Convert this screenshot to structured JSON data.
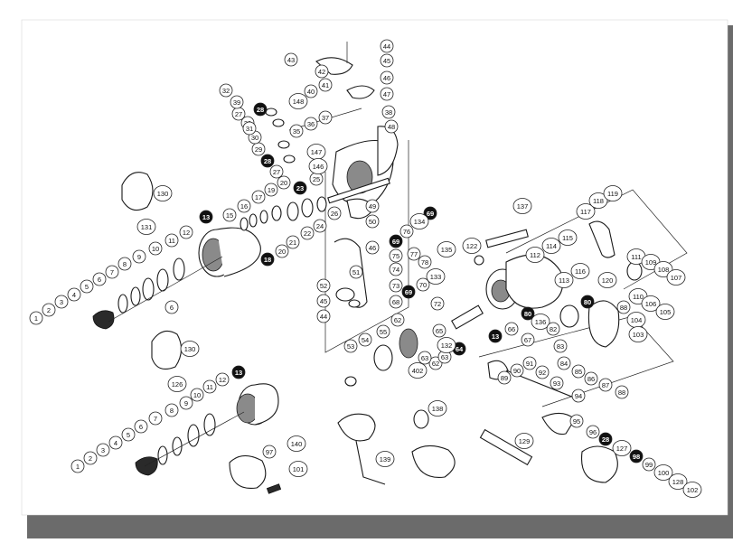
{
  "diagram": {
    "title": "",
    "colors": {
      "paper": "#ffffff",
      "shadow": "#6b6b6b",
      "ink": "#1a1a1a"
    },
    "callouts": [
      {
        "id": "c1",
        "t": "1"
      },
      {
        "id": "c2",
        "t": "2"
      },
      {
        "id": "c3",
        "t": "3"
      },
      {
        "id": "c4",
        "t": "4"
      },
      {
        "id": "c5",
        "t": "5"
      },
      {
        "id": "c6",
        "t": "6"
      },
      {
        "id": "c7",
        "t": "7"
      },
      {
        "id": "c8",
        "t": "8"
      },
      {
        "id": "c9",
        "t": "9"
      },
      {
        "id": "c10",
        "t": "10"
      },
      {
        "id": "c11",
        "t": "11"
      },
      {
        "id": "c12",
        "t": "12"
      },
      {
        "id": "c13",
        "t": "13",
        "inv": true
      },
      {
        "id": "c6b",
        "t": "6"
      },
      {
        "id": "c130",
        "t": "130"
      },
      {
        "id": "c131",
        "t": "131"
      },
      {
        "id": "c15",
        "t": "15"
      },
      {
        "id": "c16",
        "t": "16"
      },
      {
        "id": "c17",
        "t": "17"
      },
      {
        "id": "c18",
        "t": "18",
        "inv": true
      },
      {
        "id": "c19",
        "t": "19"
      },
      {
        "id": "c20",
        "t": "20"
      },
      {
        "id": "c20b",
        "t": "20"
      },
      {
        "id": "c21",
        "t": "21"
      },
      {
        "id": "c22",
        "t": "22"
      },
      {
        "id": "c23",
        "t": "23",
        "inv": true
      },
      {
        "id": "c24",
        "t": "24"
      },
      {
        "id": "c25",
        "t": "25"
      },
      {
        "id": "c26",
        "t": "26"
      },
      {
        "id": "c27",
        "t": "27"
      },
      {
        "id": "c27b",
        "t": "27"
      },
      {
        "id": "c28",
        "t": "28",
        "inv": true
      },
      {
        "id": "c28b",
        "t": "28",
        "inv": true
      },
      {
        "id": "c29",
        "t": "29"
      },
      {
        "id": "c29b",
        "t": "29"
      },
      {
        "id": "c30",
        "t": "30"
      },
      {
        "id": "c31",
        "t": "31"
      },
      {
        "id": "c32",
        "t": "32"
      },
      {
        "id": "c35",
        "t": "35"
      },
      {
        "id": "c36",
        "t": "36"
      },
      {
        "id": "c37",
        "t": "37"
      },
      {
        "id": "c38",
        "t": "38"
      },
      {
        "id": "c39",
        "t": "39"
      },
      {
        "id": "c40",
        "t": "40"
      },
      {
        "id": "c41",
        "t": "41"
      },
      {
        "id": "c42",
        "t": "42"
      },
      {
        "id": "c43",
        "t": "43"
      },
      {
        "id": "c44",
        "t": "44"
      },
      {
        "id": "c45",
        "t": "45"
      },
      {
        "id": "c46",
        "t": "46"
      },
      {
        "id": "c47",
        "t": "47"
      },
      {
        "id": "c48",
        "t": "48"
      },
      {
        "id": "c148",
        "t": "148"
      },
      {
        "id": "c147",
        "t": "147"
      },
      {
        "id": "c146",
        "t": "146"
      },
      {
        "id": "c49",
        "t": "49"
      },
      {
        "id": "c50",
        "t": "50"
      },
      {
        "id": "c46b",
        "t": "46"
      },
      {
        "id": "c51",
        "t": "51"
      },
      {
        "id": "c52",
        "t": "52"
      },
      {
        "id": "c45b",
        "t": "45"
      },
      {
        "id": "c44b",
        "t": "44"
      },
      {
        "id": "c53",
        "t": "53"
      },
      {
        "id": "c54",
        "t": "54"
      },
      {
        "id": "c55",
        "t": "55"
      },
      {
        "id": "c402",
        "t": "402"
      },
      {
        "id": "c62",
        "t": "62"
      },
      {
        "id": "c62b",
        "t": "62"
      },
      {
        "id": "c63",
        "t": "63"
      },
      {
        "id": "c63b",
        "t": "63"
      },
      {
        "id": "c64",
        "t": "64",
        "inv": true
      },
      {
        "id": "c65",
        "t": "65"
      },
      {
        "id": "c66",
        "t": "66"
      },
      {
        "id": "c67",
        "t": "67"
      },
      {
        "id": "c68",
        "t": "68"
      },
      {
        "id": "c69",
        "t": "69",
        "inv": true
      },
      {
        "id": "c69b",
        "t": "69",
        "inv": true
      },
      {
        "id": "c69c",
        "t": "69",
        "inv": true
      },
      {
        "id": "c70",
        "t": "70"
      },
      {
        "id": "c72",
        "t": "72"
      },
      {
        "id": "c73",
        "t": "73"
      },
      {
        "id": "c74",
        "t": "74"
      },
      {
        "id": "c75",
        "t": "75"
      },
      {
        "id": "c76",
        "t": "76"
      },
      {
        "id": "c77",
        "t": "77"
      },
      {
        "id": "c78",
        "t": "78"
      },
      {
        "id": "c133",
        "t": "133"
      },
      {
        "id": "c134",
        "t": "134"
      },
      {
        "id": "c135",
        "t": "135"
      },
      {
        "id": "c132",
        "t": "132"
      },
      {
        "id": "c13b",
        "t": "13",
        "inv": true
      },
      {
        "id": "c137",
        "t": "137"
      },
      {
        "id": "c122",
        "t": "122"
      },
      {
        "id": "c112",
        "t": "112"
      },
      {
        "id": "c113",
        "t": "113"
      },
      {
        "id": "c114",
        "t": "114"
      },
      {
        "id": "c115",
        "t": "115"
      },
      {
        "id": "c116",
        "t": "116"
      },
      {
        "id": "c117",
        "t": "117"
      },
      {
        "id": "c118",
        "t": "118"
      },
      {
        "id": "c119",
        "t": "119"
      },
      {
        "id": "c120",
        "t": "120"
      },
      {
        "id": "c111",
        "t": "111"
      },
      {
        "id": "c109",
        "t": "109"
      },
      {
        "id": "c108",
        "t": "108"
      },
      {
        "id": "c107",
        "t": "107"
      },
      {
        "id": "c110",
        "t": "110"
      },
      {
        "id": "c106",
        "t": "106"
      },
      {
        "id": "c105",
        "t": "105"
      },
      {
        "id": "c80",
        "t": "80",
        "inv": true
      },
      {
        "id": "c80b",
        "t": "80",
        "inv": true
      },
      {
        "id": "c88",
        "t": "88"
      },
      {
        "id": "c104",
        "t": "104"
      },
      {
        "id": "c103",
        "t": "103"
      },
      {
        "id": "c136",
        "t": "136"
      },
      {
        "id": "c82",
        "t": "82"
      },
      {
        "id": "c83",
        "t": "83"
      },
      {
        "id": "c84",
        "t": "84"
      },
      {
        "id": "c85",
        "t": "85"
      },
      {
        "id": "c86",
        "t": "86"
      },
      {
        "id": "c87",
        "t": "87"
      },
      {
        "id": "c88b",
        "t": "88"
      },
      {
        "id": "c89",
        "t": "89"
      },
      {
        "id": "c90",
        "t": "90"
      },
      {
        "id": "c91",
        "t": "91"
      },
      {
        "id": "c92",
        "t": "92"
      },
      {
        "id": "c93",
        "t": "93"
      },
      {
        "id": "c94",
        "t": "94"
      },
      {
        "id": "c95",
        "t": "95"
      },
      {
        "id": "c96",
        "t": "96"
      },
      {
        "id": "c28c",
        "t": "28",
        "inv": true
      },
      {
        "id": "c127",
        "t": "127"
      },
      {
        "id": "c98",
        "t": "98",
        "inv": true
      },
      {
        "id": "c99",
        "t": "99"
      },
      {
        "id": "c100",
        "t": "100"
      },
      {
        "id": "c128",
        "t": "128"
      },
      {
        "id": "c102",
        "t": "102"
      },
      {
        "id": "c129",
        "t": "129"
      },
      {
        "id": "c138",
        "t": "138"
      },
      {
        "id": "c139",
        "t": "139"
      },
      {
        "id": "c97",
        "t": "97"
      },
      {
        "id": "c140",
        "t": "140"
      },
      {
        "id": "c101",
        "t": "101"
      },
      {
        "id": "c130b",
        "t": "130"
      },
      {
        "id": "c126",
        "t": "126"
      },
      {
        "id": "d1",
        "t": "1"
      },
      {
        "id": "d2",
        "t": "2"
      },
      {
        "id": "d3",
        "t": "3"
      },
      {
        "id": "d4",
        "t": "4"
      },
      {
        "id": "d5",
        "t": "5"
      },
      {
        "id": "d6",
        "t": "6"
      },
      {
        "id": "d7",
        "t": "7"
      },
      {
        "id": "d8",
        "t": "8"
      },
      {
        "id": "d9",
        "t": "9"
      },
      {
        "id": "d10",
        "t": "10"
      },
      {
        "id": "d11",
        "t": "11"
      },
      {
        "id": "d12",
        "t": "12"
      },
      {
        "id": "d13",
        "t": "13",
        "inv": true
      }
    ]
  }
}
